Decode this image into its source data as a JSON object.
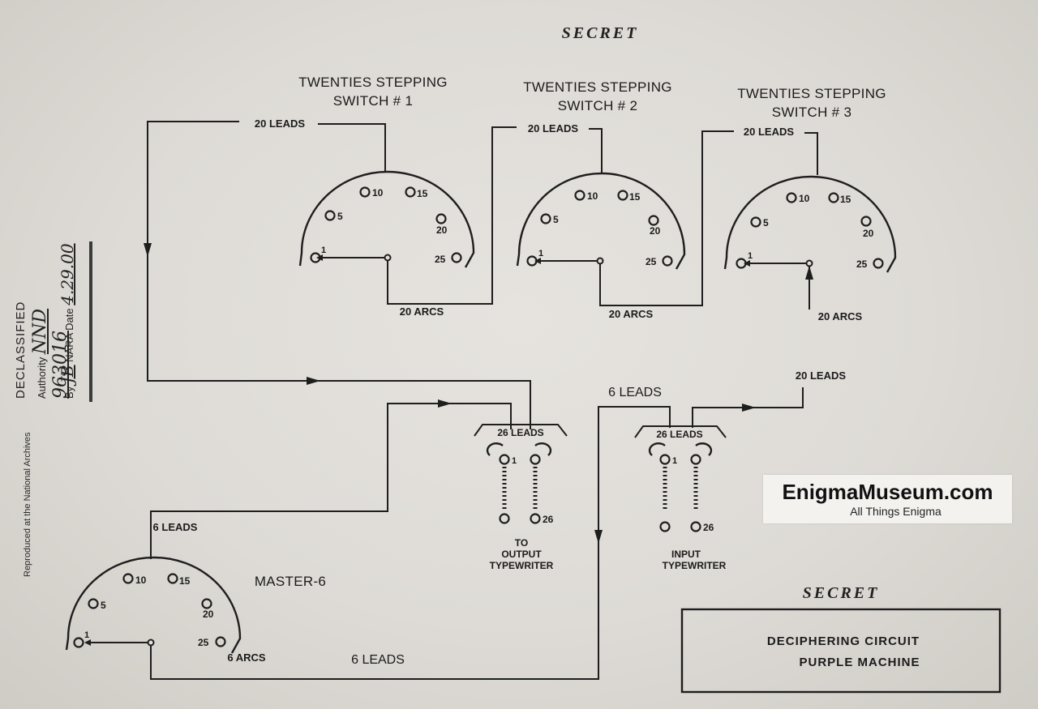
{
  "header": {
    "classification_top": "SECRET",
    "classification_box": "SECRET"
  },
  "switches": [
    {
      "title_line1": "TWENTIES STEPPING",
      "title_line2": "SWITCH # 1",
      "input_leads": "20 LEADS",
      "output_arcs": "20 ARCS",
      "positions": [
        "1",
        "5",
        "10",
        "15",
        "20",
        "25"
      ]
    },
    {
      "title_line1": "TWENTIES STEPPING",
      "title_line2": "SWITCH # 2",
      "input_leads": "20 LEADS",
      "output_arcs": "20 ARCS",
      "positions": [
        "1",
        "5",
        "10",
        "15",
        "20",
        "25"
      ]
    },
    {
      "title_line1": "TWENTIES STEPPING",
      "title_line2": "SWITCH # 3",
      "input_leads": "20 LEADS",
      "output_arcs": "20 ARCS",
      "positions": [
        "1",
        "5",
        "10",
        "15",
        "20",
        "25"
      ]
    }
  ],
  "switch3_leads": "20 LEADS",
  "master": {
    "title": "MASTER-6",
    "input_leads": "6 LEADS",
    "output_arcs": "6 ARCS",
    "positions": [
      "1",
      "5",
      "10",
      "15",
      "20",
      "25"
    ]
  },
  "bottom_leads": "6 LEADS",
  "middle_leads": "6 LEADS",
  "output_plugboard": {
    "leads": "26 LEADS",
    "first": "1",
    "last": "26",
    "label_line1": "TO",
    "label_line2": "OUTPUT",
    "label_line3": "TYPEWRITER"
  },
  "input_plugboard": {
    "leads": "26 LEADS",
    "first": "1",
    "last": "26",
    "label_line1": "INPUT",
    "label_line2": "TYPEWRITER"
  },
  "title_box": {
    "line1": "DECIPHERING CIRCUIT",
    "line2": "PURPLE MACHINE"
  },
  "stamp": {
    "line1": "DECLASSIFIED",
    "authority_label": "Authority",
    "authority_value": "NND 963016",
    "by_label": "By",
    "by_value": "JB",
    "agency": "NARA Date",
    "date": "4.29.00"
  },
  "archives_note": "Reproduced at the National Archives",
  "watermark": {
    "title": "EnigmaMuseum.com",
    "subtitle": "All Things Enigma"
  },
  "colors": {
    "paper": "#e3e0db",
    "ink": "#1e1e1e"
  }
}
